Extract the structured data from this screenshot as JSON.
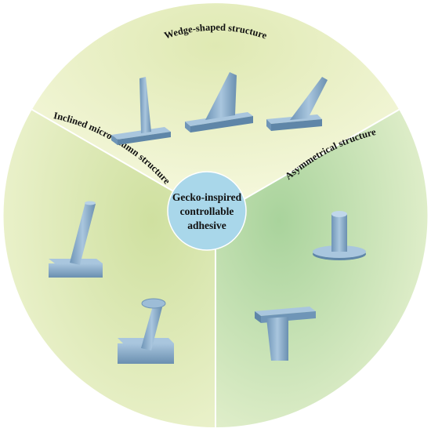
{
  "diagram": {
    "center": {
      "lines": [
        "Gecko-inspired",
        "controllable",
        "adhesive"
      ]
    },
    "sectors": {
      "top": {
        "label": "Wedge-shaped structure"
      },
      "left": {
        "label": "Inclined microcolumn structure"
      },
      "right": {
        "label": "Asymmetrical structure"
      }
    },
    "colors": {
      "top_sector": "#eef3c8",
      "left_sector": "#dbe8b0",
      "right_sector": "#b9dcae",
      "center_circle": "#a9d7ea",
      "structure_fill": "#8fb3cf",
      "structure_shade": "#5f86a8"
    }
  }
}
